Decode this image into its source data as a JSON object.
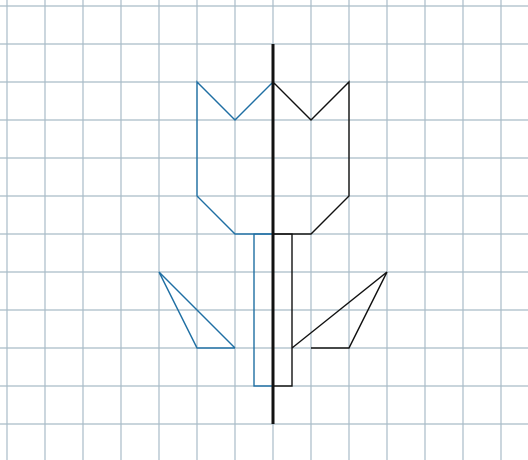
{
  "figure": {
    "description_visible_text": "",
    "grid": {
      "columns": 14,
      "rows": 12,
      "line_color": "#a9bcc7"
    },
    "symmetry_axis": {
      "color": "#111111",
      "col": 7,
      "row_start": 1,
      "row_end": 11
    },
    "left_half": {
      "color": "#1f6fa3",
      "shapes": [
        {
          "name": "flower-head-left",
          "points": [
            [
              7,
              2
            ],
            [
              6,
              3
            ],
            [
              5,
              2
            ],
            [
              5,
              5
            ],
            [
              6,
              6
            ],
            [
              7,
              6
            ]
          ]
        },
        {
          "name": "stem-left",
          "points": [
            [
              7,
              6
            ],
            [
              6.5,
              6
            ],
            [
              6.5,
              10
            ],
            [
              7,
              10
            ]
          ]
        },
        {
          "name": "leaf-left-outer",
          "points": [
            [
              4,
              7
            ],
            [
              5,
              9
            ],
            [
              6,
              9
            ]
          ]
        },
        {
          "name": "leaf-left-inner",
          "points": [
            [
              4,
              7
            ],
            [
              6,
              9
            ]
          ]
        }
      ]
    },
    "right_half": {
      "color": "#111111",
      "shapes": [
        {
          "name": "flower-head-right",
          "points": [
            [
              7,
              2
            ],
            [
              8,
              3
            ],
            [
              9,
              2
            ],
            [
              9,
              5
            ],
            [
              8,
              6
            ],
            [
              7,
              6
            ]
          ]
        },
        {
          "name": "stem-right",
          "points": [
            [
              7,
              6
            ],
            [
              7.5,
              6
            ],
            [
              7.5,
              10
            ],
            [
              7,
              10
            ]
          ]
        },
        {
          "name": "leaf-right-outer",
          "points": [
            [
              10,
              7
            ],
            [
              9,
              9
            ],
            [
              8,
              9
            ]
          ]
        },
        {
          "name": "leaf-right-inner",
          "points": [
            [
              10,
              7
            ],
            [
              7.5,
              9
            ]
          ]
        }
      ]
    }
  }
}
